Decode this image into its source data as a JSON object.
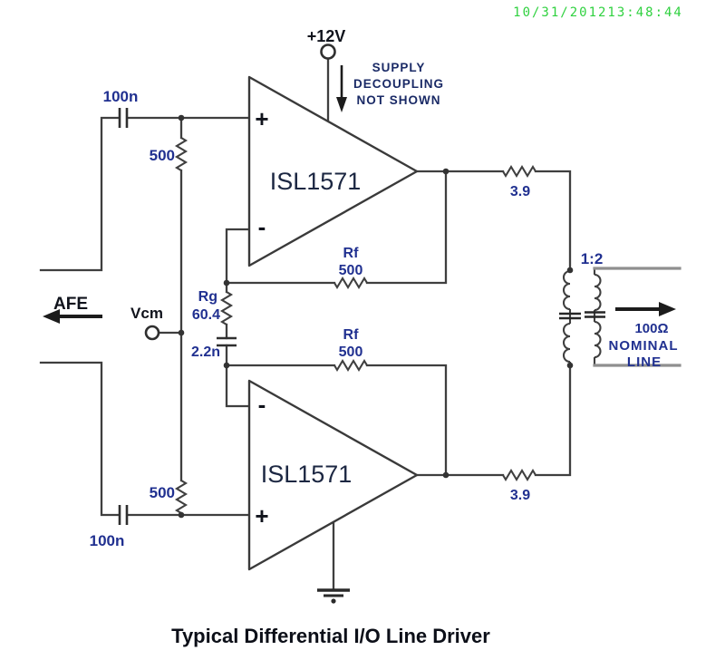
{
  "colors": {
    "timestamp_green": "#2fd13f",
    "value_text": "#203090",
    "label_text": "#10131c",
    "note_text": "#1a2a66",
    "amp_text": "#1c2742",
    "title_text": "#0c0f18",
    "wire": "#3f3f3f",
    "port_wire": "#8f8f8f"
  },
  "timestamp": "10/31/201213:48:44",
  "title": "Typical Differential I/O Line Driver",
  "supply": {
    "label": "+12V",
    "note1": "SUPPLY",
    "note2": "DECOUPLING",
    "note3": "NOT SHOWN"
  },
  "amps": {
    "top": {
      "label": "ISL1571",
      "plus": "+",
      "minus": "-"
    },
    "bottom": {
      "label": "ISL1571",
      "plus": "+",
      "minus": "-"
    }
  },
  "components": {
    "cap_in_top": "100n",
    "cap_in_bottom": "100n",
    "res_bias_top": "500",
    "res_bias_bottom": "500",
    "rf_top": {
      "name": "Rf",
      "value": "500"
    },
    "rf_bottom": {
      "name": "Rf",
      "value": "500"
    },
    "rg": {
      "name": "Rg",
      "value": "60.4"
    },
    "cap_filter": "2.2n",
    "res_out_top": "3.9",
    "res_out_bottom": "3.9",
    "transformer_ratio": "1:2"
  },
  "ports": {
    "afe": "AFE",
    "vcm": "Vcm",
    "line": {
      "impedance": "100Ω",
      "word1": "NOMINAL",
      "word2": "LINE"
    }
  }
}
